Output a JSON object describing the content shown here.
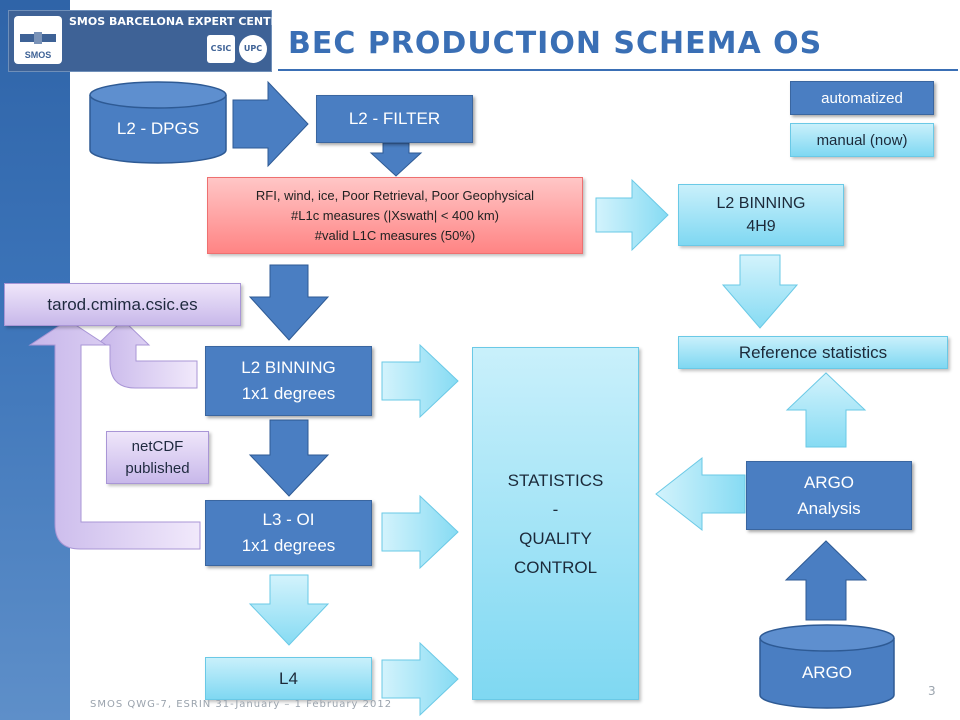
{
  "header": {
    "title": "BEC PRODUCTION SCHEMA OS",
    "logo": {
      "org_name": "SMOS BARCELONA EXPERT CENTRE",
      "satellite_label": "SMOS",
      "partner_1": "CSIC",
      "partner_2": "UPC"
    }
  },
  "legend": {
    "automatized": "automatized",
    "manual": "manual (now)"
  },
  "nodes": {
    "l2_dpgs": "L2 - DPGS",
    "l2_filter": "L2 - FILTER",
    "filter_criteria": [
      "RFI, wind, ice, Poor Retrieval, Poor Geophysical",
      "#L1c measures (|Xswath| < 400 km)",
      "#valid L1C measures (50%)"
    ],
    "l2_binning_4h9": [
      "L2 BINNING",
      "4H9"
    ],
    "reference_statistics": "Reference statistics",
    "tarod": "tarod.cmima.csic.es",
    "l2_binning_1x1": [
      "L2 BINNING",
      "1x1 degrees"
    ],
    "netcdf_published": [
      "netCDF",
      "published"
    ],
    "l3_oi": [
      "L3 - OI",
      "1x1 degrees"
    ],
    "l4": "L4",
    "statistics_qc": [
      "STATISTICS",
      "-",
      "QUALITY",
      "CONTROL"
    ],
    "argo_analysis": [
      "ARGO",
      "Analysis"
    ],
    "argo": "ARGO"
  },
  "footer": {
    "event": "SMOS QWG-7, ESRIN 31-January – 1 February 2012",
    "page_number": "3"
  },
  "colors": {
    "dark_blue": "#4a7ec2",
    "light_cyan": "#7fd8f2",
    "pink": "#ff8484",
    "lilac": "#c8b8ea",
    "title_blue": "#3a6fb5"
  }
}
